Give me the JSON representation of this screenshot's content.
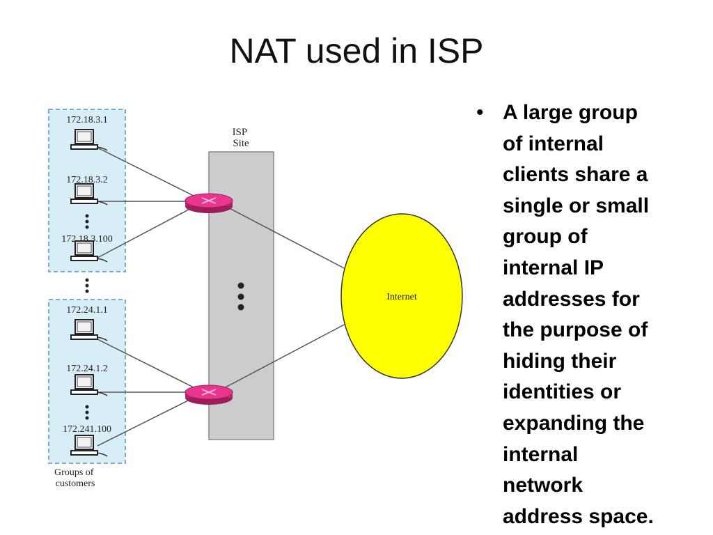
{
  "slide": {
    "title": "NAT used in ISP"
  },
  "diagram": {
    "isp_site_label": [
      "ISP",
      "Site"
    ],
    "internet_label": "Internet",
    "groups_label": [
      "Groups of",
      "customers"
    ],
    "group1_hosts": [
      "172.18.3.1",
      "172.18.3.2",
      "172.18.3.100"
    ],
    "group2_hosts": [
      "172.24.1.1",
      "172.24.1.2",
      "172.241.100"
    ],
    "colors": {
      "group_fill": "#d8eef7",
      "group_border": "#7fa9c0",
      "isp_fill": "#cccccc",
      "router_fill": "#e8368f",
      "internet_fill": "#ffff00"
    },
    "icons": [
      "computer-icon",
      "router-icon",
      "ellipsis-icon"
    ]
  },
  "bullets": {
    "items": [
      [
        "A large group",
        "of internal",
        "clients share a",
        "single or small",
        "group of",
        "internal IP",
        "addresses for",
        "the purpose of",
        "hiding their",
        "identities or",
        "expanding the",
        "internal",
        "network",
        "address space."
      ]
    ]
  }
}
